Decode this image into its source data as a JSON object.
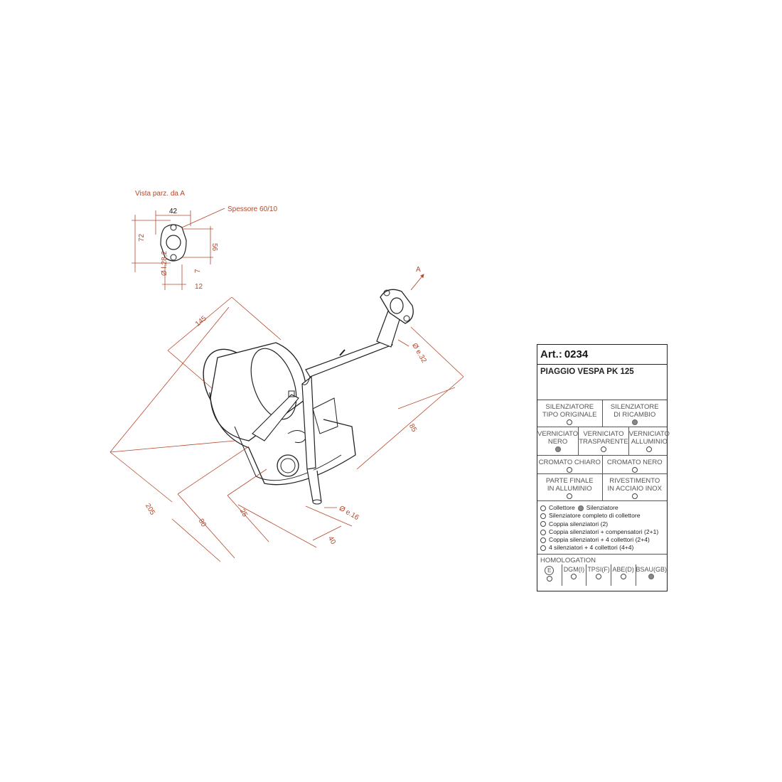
{
  "drawing": {
    "view_title": "Vista parz. da A",
    "thickness_label": "Spessore 60/10",
    "view_marker": "A",
    "flange_dims": {
      "width": "42",
      "height_outer": "72",
      "height_inner": "56",
      "hole": "Ø l.28,2",
      "offset": "7",
      "slot": "12"
    },
    "main_dims": {
      "length_top": "145",
      "total_length": "205",
      "pipe_diameter": "Ø e.32",
      "outlet_diameter": "Ø e.16",
      "height": "85",
      "d80": "80",
      "d25": "25",
      "d40": "40"
    },
    "line_color": "#b5472a"
  },
  "card": {
    "art_label": "Art.:",
    "art_number": "0234",
    "model": "PIAGGIO VESPA PK 125",
    "row1": [
      {
        "l1": "SILENZIATORE",
        "l2": "TIPO ORIGINALE",
        "checked": false
      },
      {
        "l1": "SILENZIATORE",
        "l2": "DI RICAMBIO",
        "checked": true
      }
    ],
    "row2": [
      {
        "l1": "VERNICIATO",
        "l2": "NERO",
        "checked": true
      },
      {
        "l1": "VERNICIATO",
        "l2": "TRASPARENTE",
        "checked": false
      },
      {
        "l1": "VERNICIATO",
        "l2": "ALLUMINIO",
        "checked": false
      }
    ],
    "row3": [
      {
        "l1": "CROMATO CHIARO",
        "checked": false
      },
      {
        "l1": "CROMATO NERO",
        "checked": false
      }
    ],
    "row4": [
      {
        "l1": "PARTE FINALE",
        "l2": "IN ALLUMINIO",
        "checked": false
      },
      {
        "l1": "RIVESTIMENTO",
        "l2": "IN ACCIAIO INOX",
        "checked": false
      }
    ],
    "list_first": {
      "a": "Collettore",
      "b": "Silenziatore",
      "a_checked": false,
      "b_checked": true
    },
    "list": [
      "Silenziatore completo di collettore",
      "Coppia silenziatori (2)",
      "Coppia silenziatori + compensatori (2+1)",
      "Coppia silenziatori + 4 collettori (2+4)",
      "4 silenziatori + 4 collettori (4+4)"
    ],
    "homologation_title": "HOMOLOGATION",
    "homologation": [
      {
        "label": "E",
        "checked": false
      },
      {
        "label": "DGM(I)",
        "checked": false
      },
      {
        "label": "TPSI(F)",
        "checked": false
      },
      {
        "label": "ABE(D)",
        "checked": false
      },
      {
        "label": "BSAU(GB)",
        "checked": true
      }
    ]
  }
}
